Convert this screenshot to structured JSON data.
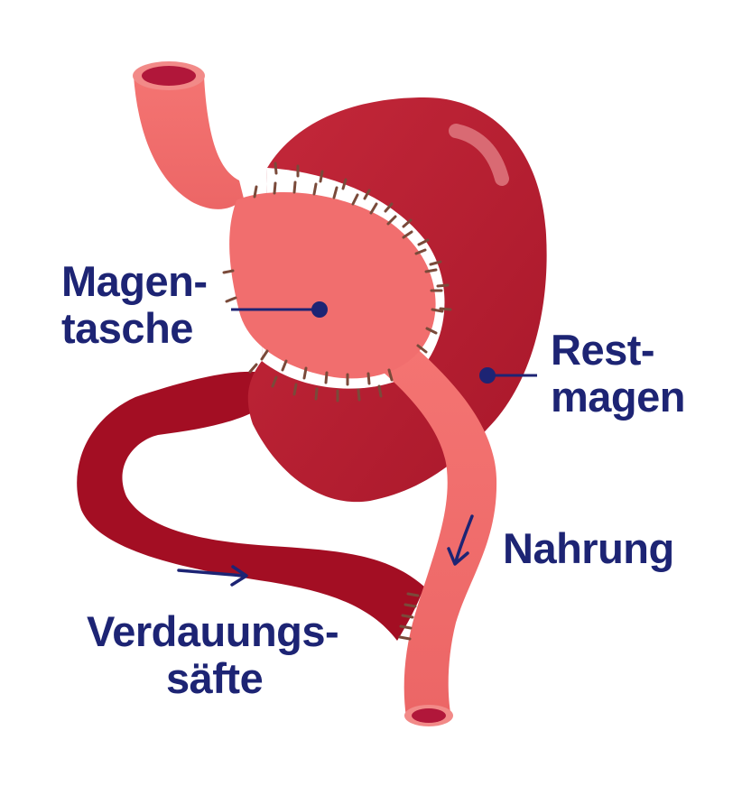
{
  "labels": {
    "pouch": {
      "line1": "Magen-",
      "line2": "tasche"
    },
    "remnant": {
      "line1": "Rest-",
      "line2": "magen"
    },
    "food": {
      "line1": "Nahrung"
    },
    "juices": {
      "line1": "Verdauungs-",
      "line2": "säfte"
    }
  },
  "colors": {
    "text": "#1d2474",
    "pouch": "#f16e6e",
    "remnant": "#bf2232",
    "intestine": "#a30e23",
    "staple": "#7a4a3a",
    "pointer": "#1d2474"
  }
}
